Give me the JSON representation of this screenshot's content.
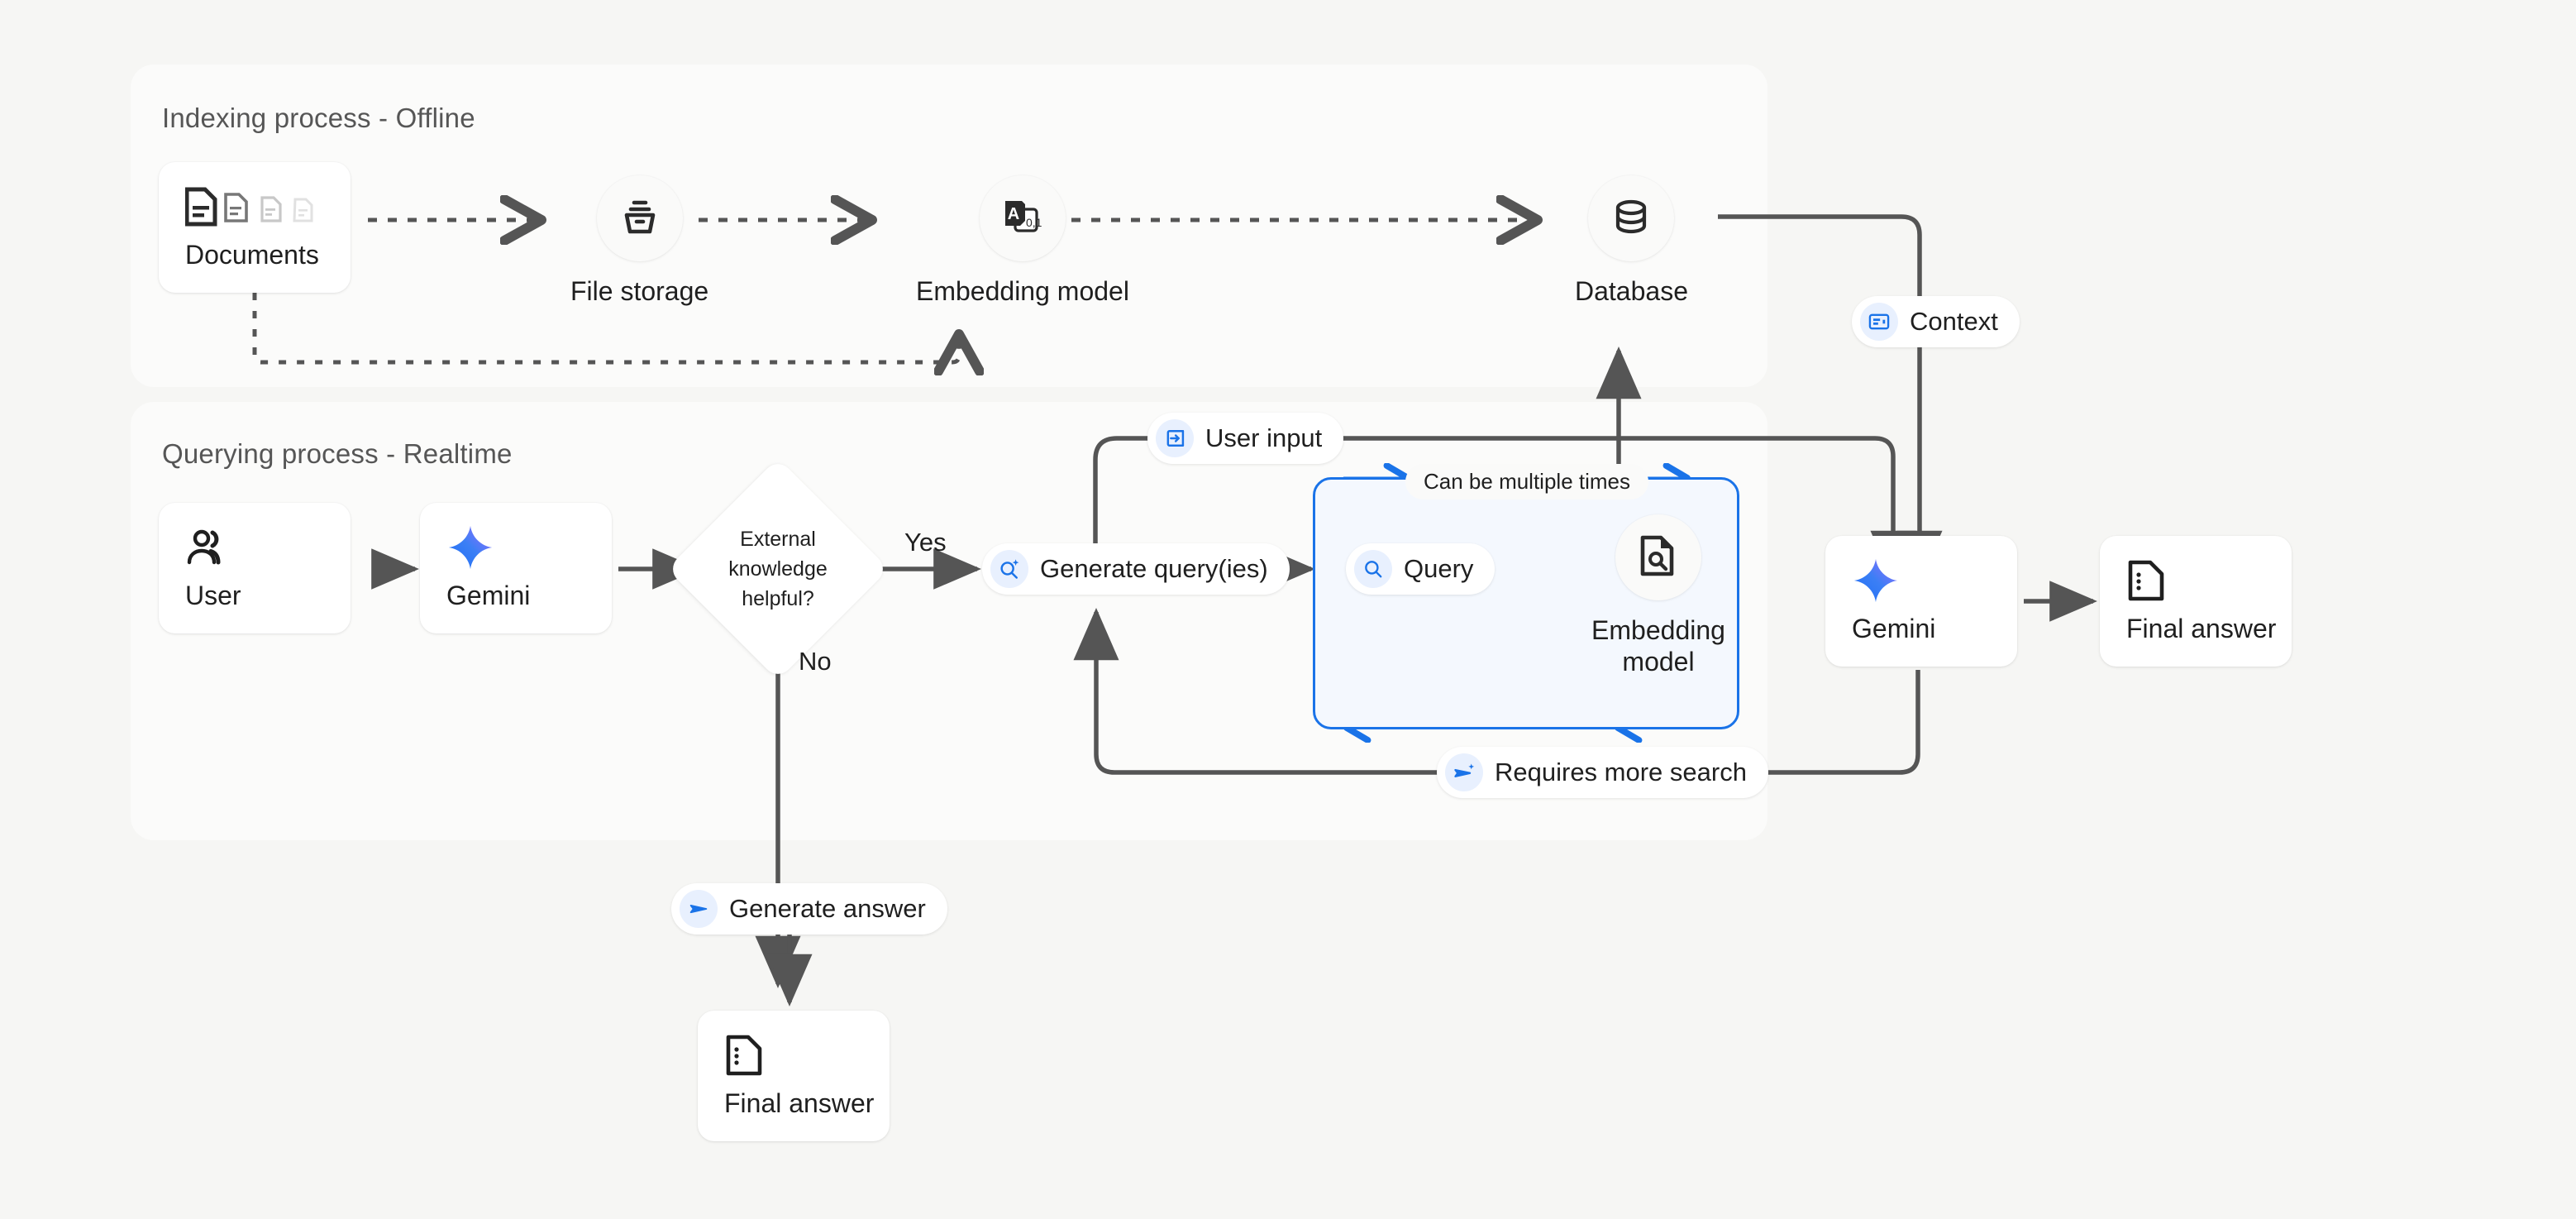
{
  "canvas": {
    "bg": "#f6f6f4",
    "accent": "#1a73e8",
    "line": "#555555"
  },
  "panels": [
    {
      "id": "indexing",
      "title": "Indexing process - Offline"
    },
    {
      "id": "querying",
      "title": "Querying process - Realtime"
    }
  ],
  "indexing": {
    "documents_card": {
      "label": "Documents",
      "icon": "documents-icon"
    },
    "file_storage": {
      "label": "File storage",
      "icon": "archive-box-icon"
    },
    "embedding_model": {
      "label": "Embedding model",
      "icon": "text-to-vector-icon"
    },
    "database": {
      "label": "Database",
      "icon": "database-cylinder-icon"
    }
  },
  "querying": {
    "user_card": {
      "label": "User",
      "icon": "users-icon"
    },
    "gemini_card": {
      "label": "Gemini",
      "icon": "gemini-sparkle-icon"
    },
    "decision": {
      "line1": "External",
      "line2": "knowledge",
      "line3": "helpful?"
    },
    "yes_label": "Yes",
    "no_label": "No",
    "generate_queries_chip": {
      "label": "Generate query(ies)",
      "icon": "search-sparkle-icon"
    },
    "user_input_chip": {
      "label": "User input",
      "icon": "login-arrow-icon"
    },
    "context_chip": {
      "label": "Context",
      "icon": "context-card-icon"
    },
    "requires_more_search_chip": {
      "label": "Requires more search",
      "icon": "send-sparkle-icon"
    },
    "generate_answer_chip": {
      "label": "Generate answer",
      "icon": "send-icon"
    },
    "loop": {
      "label": "Can be multiple times",
      "query_chip": {
        "label": "Query",
        "icon": "search-icon"
      },
      "embedding_model": {
        "line1": "Embedding",
        "line2": "model",
        "icon": "document-search-icon"
      }
    },
    "gemini_final": {
      "label": "Gemini",
      "icon": "gemini-sparkle-icon"
    },
    "final_answer_right": {
      "label": "Final answer",
      "icon": "answer-doc-icon"
    },
    "final_answer_bottom": {
      "label": "Final answer",
      "icon": "answer-doc-icon"
    }
  }
}
